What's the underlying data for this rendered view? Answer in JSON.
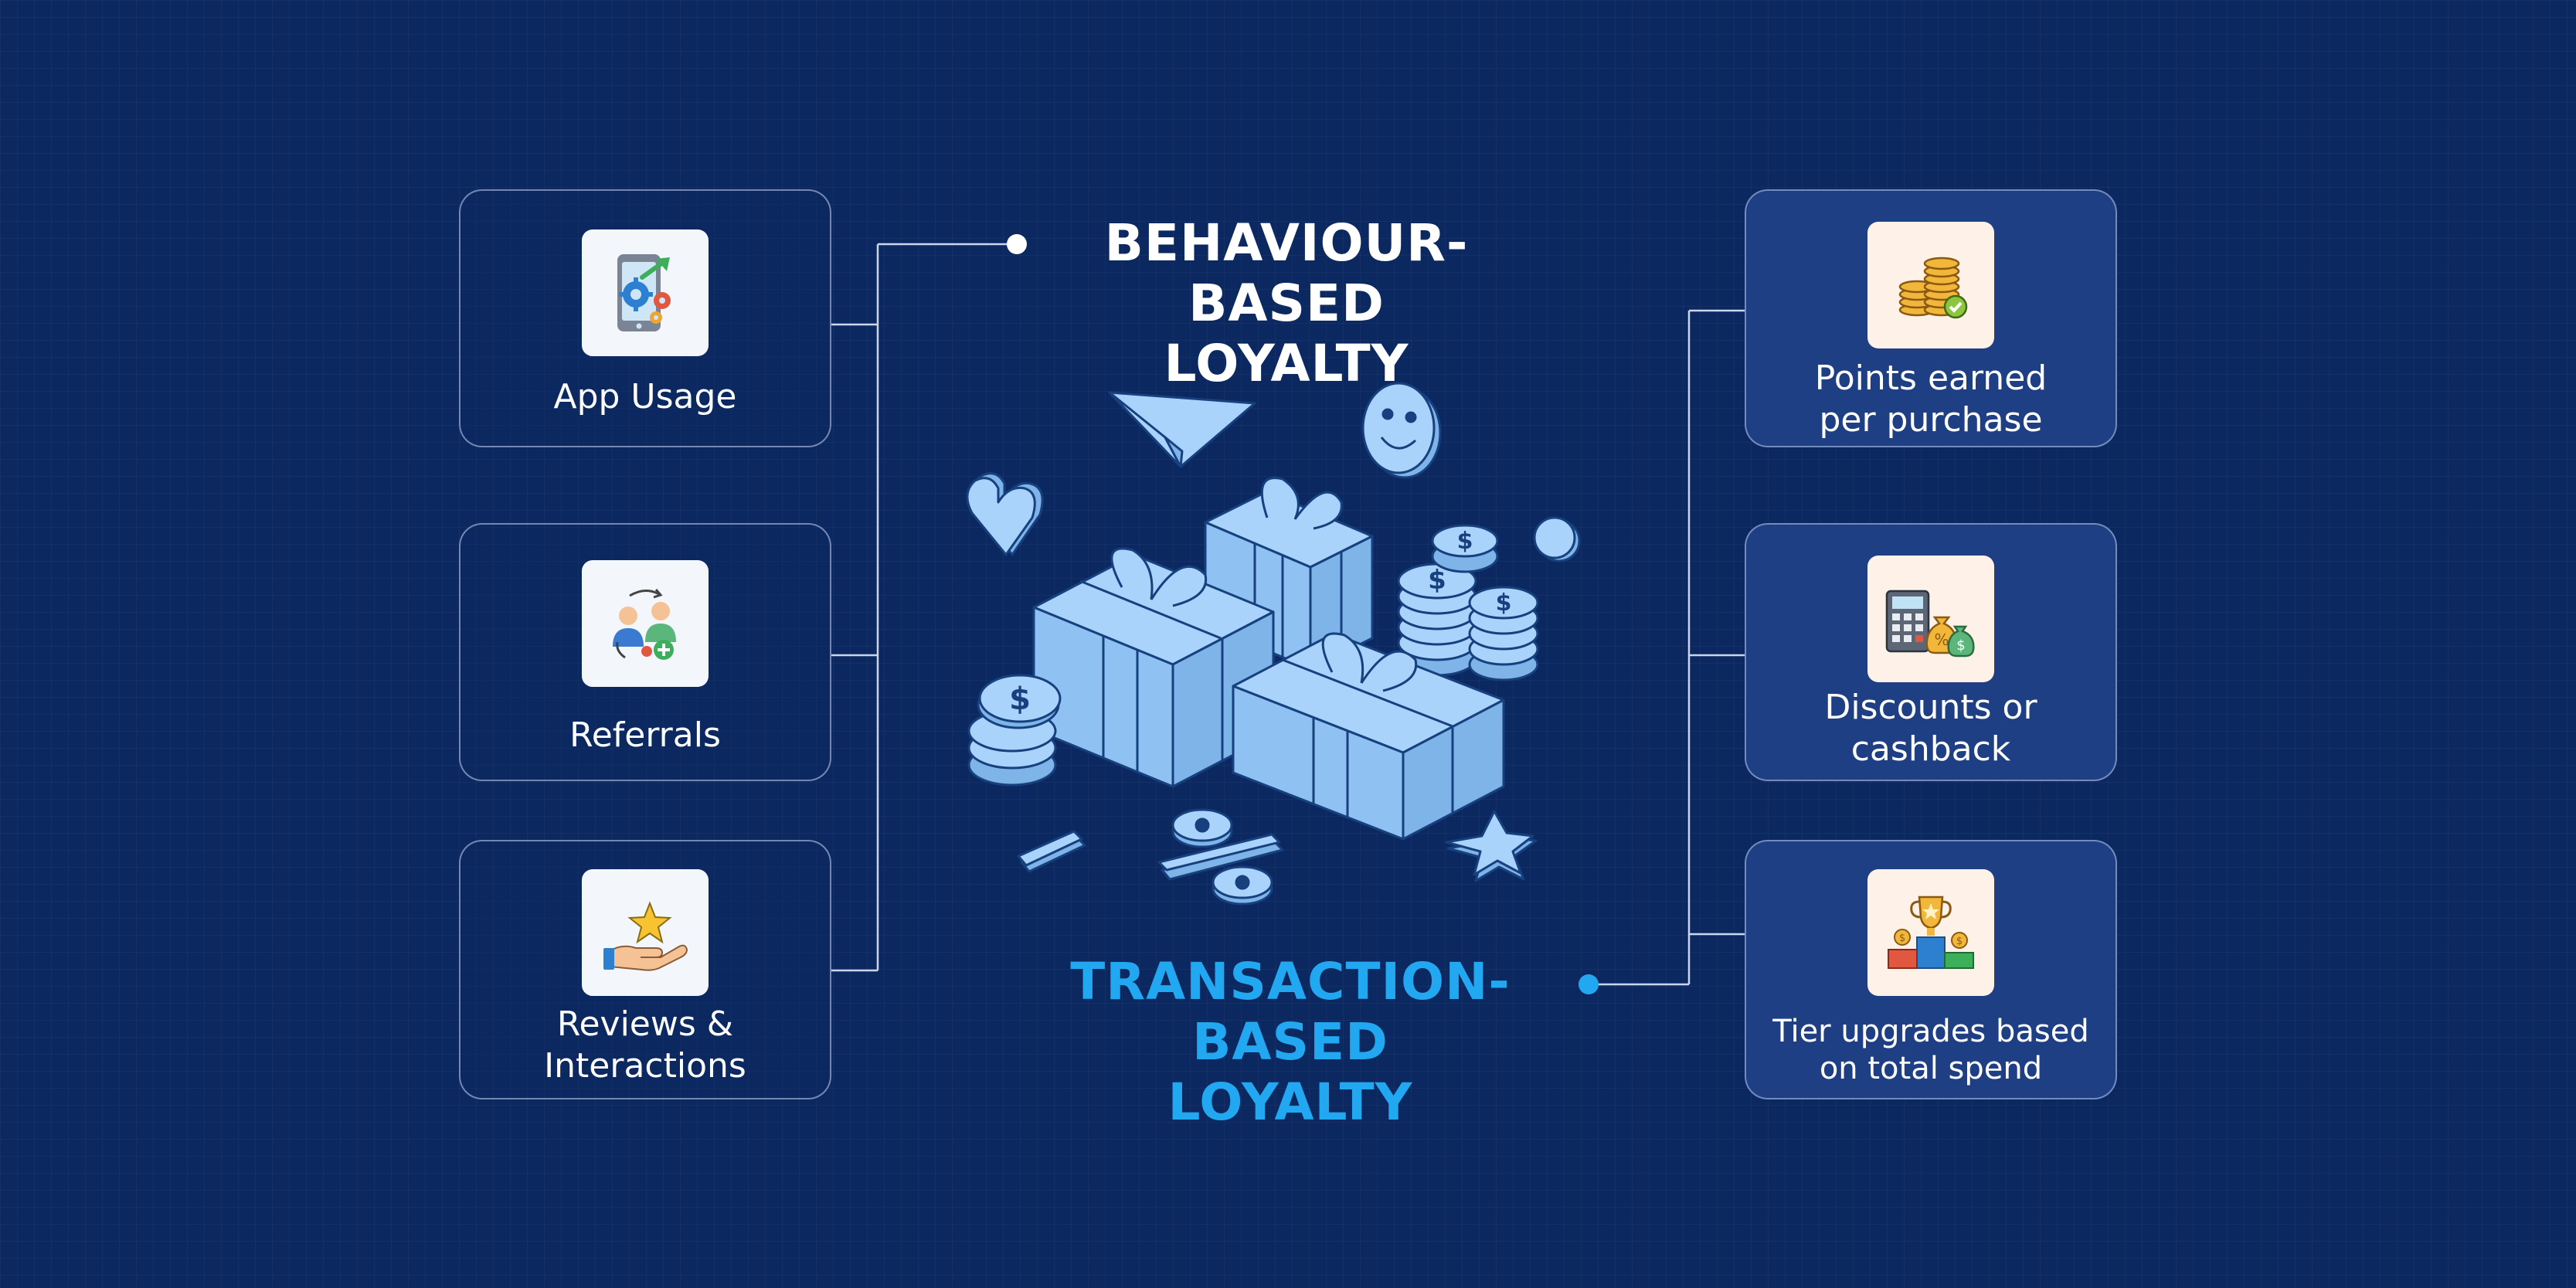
{
  "headings": {
    "behaviour_line1": "BEHAVIOUR-BASED",
    "behaviour_line2": "LOYALTY",
    "transaction_line1": "TRANSACTION-BASED",
    "transaction_line2": "LOYALTY"
  },
  "behaviour_items": [
    {
      "label": "App Usage",
      "icon": "phone-gears-icon"
    },
    {
      "label": "Referrals",
      "icon": "referral-people-icon"
    },
    {
      "label_line1": "Reviews &",
      "label_line2": "Interactions",
      "icon": "hand-star-icon"
    }
  ],
  "transaction_items": [
    {
      "label_line1": "Points earned",
      "label_line2": "per purchase",
      "icon": "coin-stack-icon"
    },
    {
      "label_line1": "Discounts or",
      "label_line2": "cashback",
      "icon": "calculator-money-bags-icon"
    },
    {
      "label_line1": "Tier upgrades based",
      "label_line2": "on total spend",
      "icon": "trophy-podium-icon"
    }
  ],
  "colors": {
    "background": "#0c2860",
    "card_right": "#1f3f84",
    "accent_blue": "#21a8f0",
    "illustration": "#a9d3fb",
    "illustration_stroke": "#17407f"
  }
}
